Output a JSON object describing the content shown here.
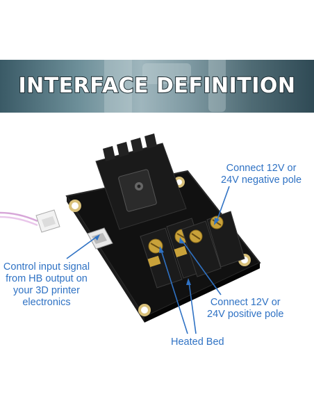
{
  "banner": {
    "title": "INTERFACE DEFINITION"
  },
  "labels": {
    "negative_line1": "Connect 12V or",
    "negative_line2": "24V negative pole",
    "control_line1": "Control input signal",
    "control_line2": "from HB output on",
    "control_line3": "your 3D printer",
    "control_line4": "electronics",
    "positive_line1": "Connect 12V or",
    "positive_line2": "24V positive pole",
    "heated_bed": "Heated Bed"
  },
  "colors": {
    "label_blue": "#2f72c4",
    "pcb": "#121212",
    "gold": "#c9a23a"
  },
  "icons": [
    "heatsink-icon",
    "terminal-block-icon",
    "connector-cable-icon",
    "mounting-hole-icon"
  ]
}
